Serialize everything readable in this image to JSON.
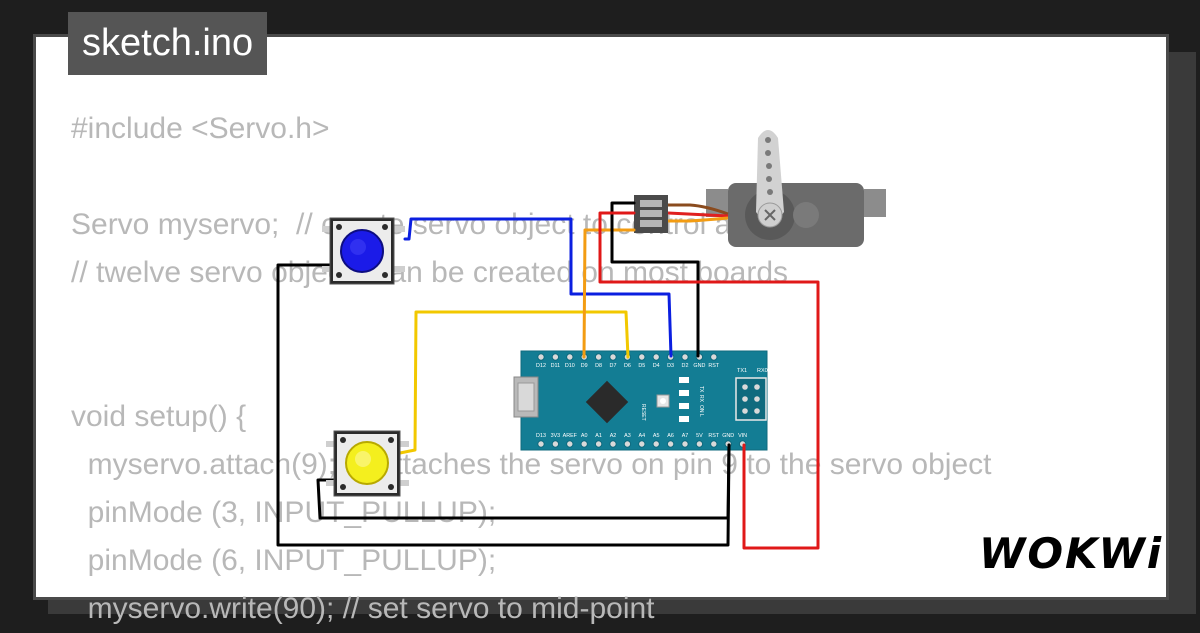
{
  "title": "sketch.ino",
  "code_lines": [
    "#include <Servo.h>",
    "",
    "Servo myservo;  // create servo object to control a servo",
    "// twelve servo objects can be created on most boards",
    "",
    "",
    "void setup() {",
    "  myservo.attach(9);  // attaches the servo on pin 9 to the servo object",
    "  pinMode (3, INPUT_PULLUP);",
    "  pinMode (6, INPUT_PULLUP);",
    "  myservo.write(90); // set servo to mid-point"
  ],
  "board": {
    "top_pins": [
      "D12",
      "D11",
      "D10",
      "D9",
      "D8",
      "D7",
      "D6",
      "D5",
      "D4",
      "D3",
      "D2",
      "GND",
      "RST"
    ],
    "bottom_pins": [
      "D13",
      "3V3",
      "AREF",
      "A0",
      "A1",
      "A2",
      "A3",
      "A4",
      "A5",
      "A6",
      "A7",
      "5V",
      "RST",
      "GND",
      "VIN"
    ],
    "labels": {
      "rx0": "RX0",
      "tx1": "TX1",
      "reset": "RESET",
      "tx": "TX",
      "rx": "RX",
      "on": "ON",
      "l": "L"
    }
  },
  "buttons": {
    "blue": "#1b1be8",
    "yellow": "#f4ef1e"
  },
  "wire_colors": {
    "blue": "#0b1fe0",
    "yellow": "#f2c800",
    "orange": "#f39c12",
    "black": "#000000",
    "red": "#e01818"
  },
  "logo": "WOKWi"
}
